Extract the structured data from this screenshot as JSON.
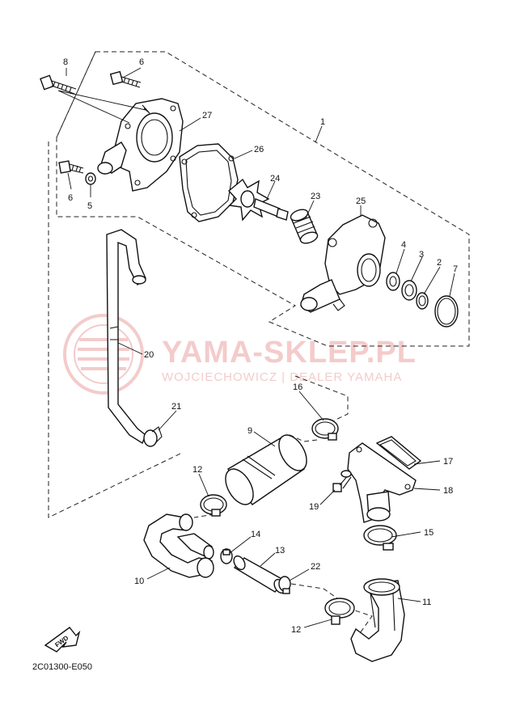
{
  "watermark": {
    "title": "YAMA-SKLEP.PL",
    "subtitle": "WOJCIECHOWICZ | DEALER YAMAHA"
  },
  "diagram_code": "2C01300-E050",
  "fwd_label": "FWD",
  "callouts": {
    "c1": "1",
    "c2": "2",
    "c3": "3",
    "c4": "4",
    "c5": "5",
    "c6a": "6",
    "c6b": "6",
    "c7": "7",
    "c8": "8",
    "c9": "9",
    "c10": "10",
    "c11": "11",
    "c12a": "12",
    "c12b": "12",
    "c13": "13",
    "c14": "14",
    "c15": "15",
    "c16": "16",
    "c17": "17",
    "c18": "18",
    "c19": "19",
    "c20": "20",
    "c21": "21",
    "c22": "22",
    "c23": "23",
    "c24": "24",
    "c25": "25",
    "c26": "26",
    "c27": "27"
  }
}
